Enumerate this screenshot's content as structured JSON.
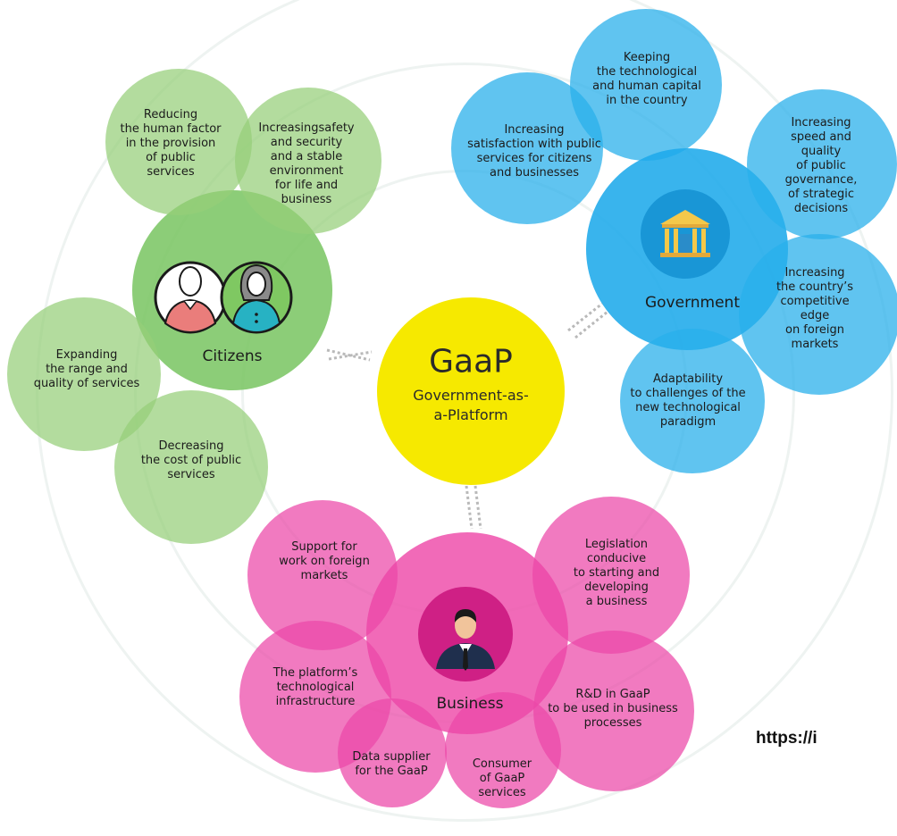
{
  "center": {
    "title": "GaaP",
    "subtitle": "Government-as-\na-Platform",
    "color": "#f7ea00"
  },
  "citizens": {
    "label": "Citizens",
    "color": "#8fcd73",
    "items": [
      "Reducing\nthe human factor\nin the provision\nof public\nservices",
      "Increasingsafety\nand security\nand a stable\nenvironment\nfor life and\nbusiness",
      "Expanding\nthe range and\nquality of services",
      "Decreasing\nthe cost of public\nservices"
    ]
  },
  "government": {
    "label": "Government",
    "color": "#2eb5ee",
    "items": [
      "Keeping\nthe technological\nand human capital\nin the country",
      "Increasing\nsatisfaction with public\nservices for citizens\nand businesses",
      "Increasing\nspeed and quality\nof public governance,\nof strategic\ndecisions",
      "Increasing\nthe country’s\ncompetitive edge\non foreign markets",
      "Adaptability\nto challenges of the\nnew technological\nparadigm"
    ]
  },
  "business": {
    "label": "Business",
    "color": "#ec4aa9",
    "items": [
      "Support for\nwork on foreign\nmarkets",
      "Legislation\nconducive\nto starting and\ndeveloping\na business",
      "The platform’s\ntechnological\ninfrastructure",
      "R&D in GaaP\nto be used in business\nprocesses",
      "Data supplier\nfor the GaaP",
      "Consumer\nof GaaP\nservices"
    ]
  },
  "watermark": "https://i"
}
